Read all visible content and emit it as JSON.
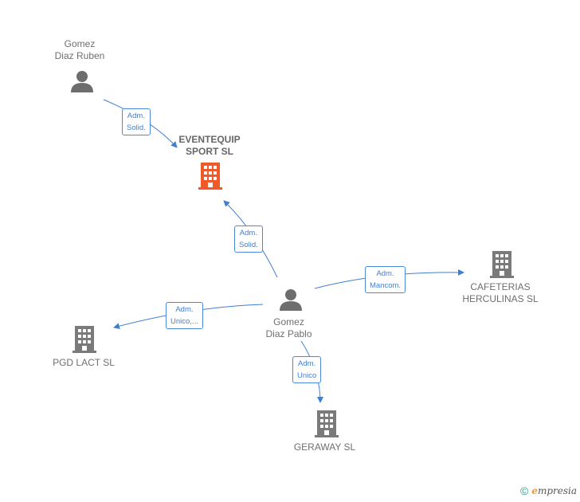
{
  "nodes": {
    "gomez_ruben": {
      "line1": "Gomez",
      "line2": "Diaz Ruben",
      "type": "person"
    },
    "eventequip": {
      "line1": "EVENTEQUIP",
      "line2": "SPORT  SL",
      "type": "company-main"
    },
    "gomez_pablo": {
      "line1": "Gomez",
      "line2": "Diaz Pablo",
      "type": "person"
    },
    "cafeterias": {
      "line1": "CAFETERIAS",
      "line2": "HERCULINAS SL",
      "type": "company"
    },
    "pgd": {
      "line1": "PGD LACT  SL",
      "type": "company"
    },
    "geraway": {
      "line1": "GERAWAY  SL",
      "type": "company"
    }
  },
  "edges": {
    "ruben_eventequip": {
      "line1": "Adm.",
      "line2": "Solid."
    },
    "pablo_eventequip": {
      "line1": "Adm.",
      "line2": "Solid."
    },
    "pablo_cafeterias": {
      "line1": "Adm.",
      "line2": "Mancom."
    },
    "pablo_pgd": {
      "line1": "Adm.",
      "line2": "Unico,..."
    },
    "pablo_geraway": {
      "line1": "Adm.",
      "line2": "Unico"
    }
  },
  "colors": {
    "edge": "#3f7fd3",
    "person": "#6d6d6d",
    "company": "#7a7a7a",
    "company_main": "#f05a2a"
  },
  "footer": {
    "copyright_symbol": "©",
    "brand_first": "e",
    "brand_rest": "mpresia"
  }
}
